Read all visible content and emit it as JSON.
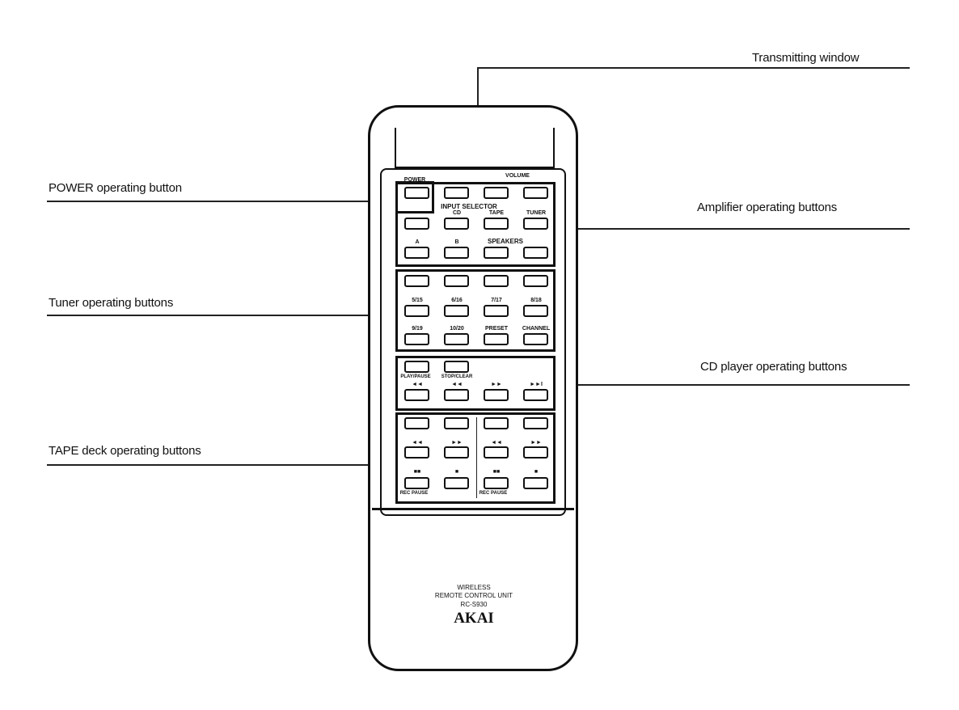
{
  "callouts": {
    "transmitting_window": "Transmitting window",
    "power": "POWER operating button",
    "amplifier": "Amplifier operating buttons",
    "tuner": "Tuner operating buttons",
    "cd": "CD player operating buttons",
    "tape": "TAPE deck operating buttons"
  },
  "remote": {
    "power_label": "POWER",
    "volume_label": "VOLUME",
    "input_selector_label": "INPUT  SELECTOR",
    "speakers_label": "SPEAKERS",
    "button_labels": {
      "cd": "CD",
      "tape": "TAPE",
      "tuner": "TUNER",
      "a": "A",
      "b": "B",
      "p5": "5/15",
      "p6": "6/16",
      "p7": "7/17",
      "p8": "8/18",
      "p9": "9/19",
      "p10": "10/20",
      "preset": "PRESET",
      "channel": "CHANNEL",
      "play_pause": "PLAY/PAUSE",
      "stop_clear": "STOP/CLEAR",
      "rew1": "◄◄",
      "rew2": "◄◄",
      "ff1": "►►",
      "ff2": "►►I",
      "t_rew1": "◄◄",
      "t_ff1": "►►",
      "t_rew2": "◄◄",
      "t_ff2": "►►",
      "t_stop1": "■■",
      "t_pause1": "■",
      "t_stop2": "■■",
      "t_pause2": "■",
      "rec_pause1": "REC PAUSE",
      "rec_pause2": "REC PAUSE"
    },
    "caption_line1": "WIRELESS",
    "caption_line2": "REMOTE CONTROL UNIT",
    "model": "RC-S930",
    "brand": "AKAI"
  }
}
